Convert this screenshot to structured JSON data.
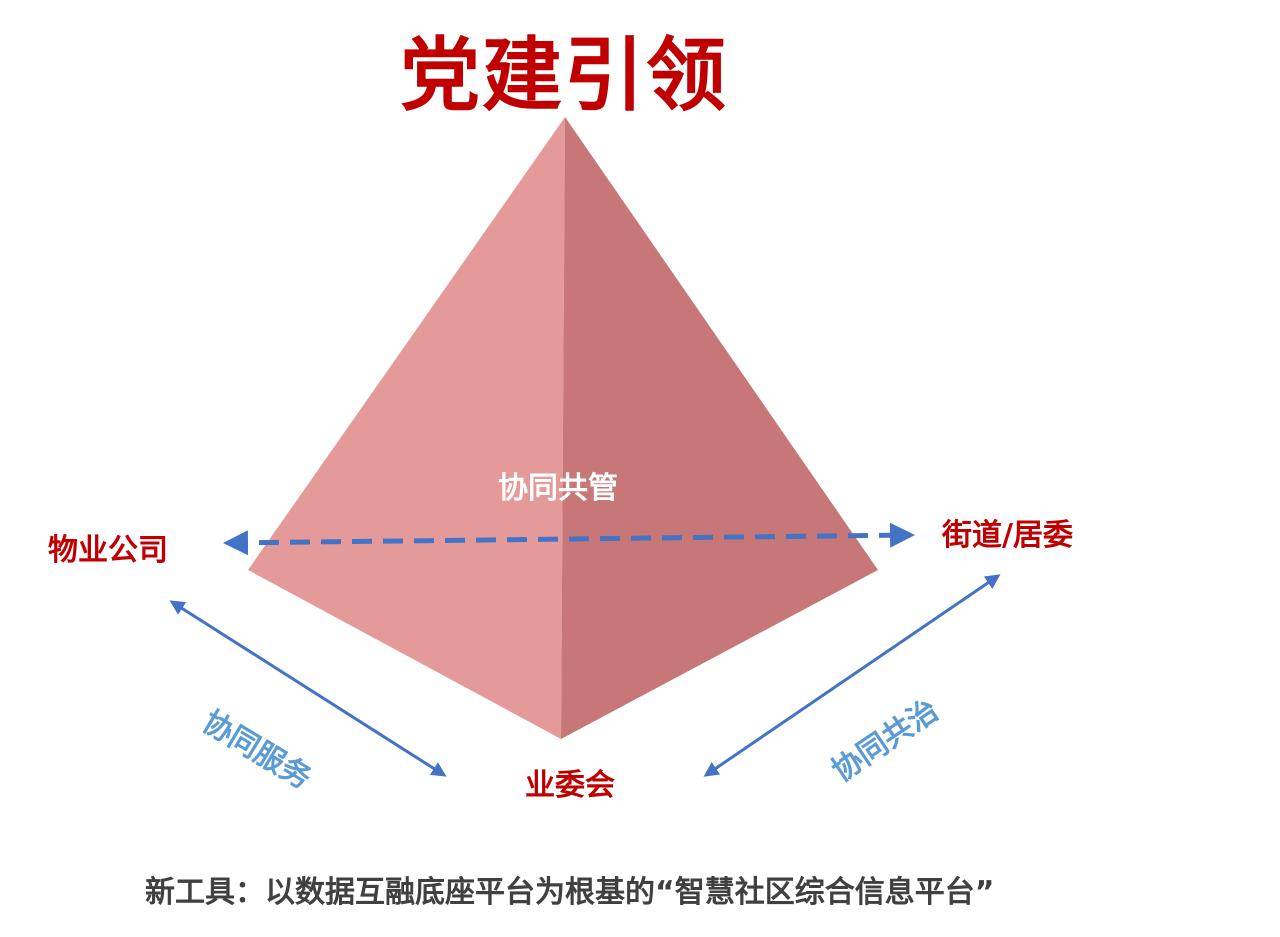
{
  "title": "党建引领",
  "center_label": "协同共管",
  "nodes": {
    "property_company": "物业公司",
    "street_committee": "街道/居委",
    "owners_committee": "业委会"
  },
  "edges": {
    "left": "协同服务",
    "right": "协同共治"
  },
  "footer": "新工具：以数据互融底座平台为根基的“智慧社区综合信息平台”",
  "colors": {
    "title": "#c00000",
    "node_label": "#c00000",
    "edge_label": "#5b9bd5",
    "center_label": "#ffffff",
    "footer": "#404040",
    "pyramid_left_face": "#e59a9a",
    "pyramid_right_face": "#c77777",
    "arrow": "#4472c4"
  }
}
